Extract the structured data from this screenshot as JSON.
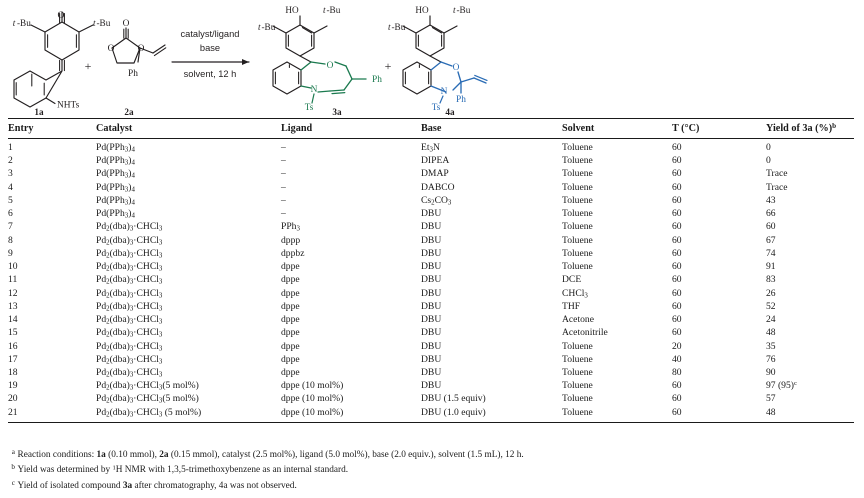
{
  "scheme": {
    "reagent_1_label": "1a",
    "reagent_2_label": "2a",
    "product_3_label": "3a",
    "product_4_label": "4a",
    "plus_1": "+",
    "plus_2": "+",
    "arrow_line_1": "catalyst/ligand",
    "arrow_line_2": "base",
    "arrow_line_3": "solvent, 12 h",
    "labels": {
      "tbu": "t-Bu",
      "nhts": "NHTs",
      "ts": "Ts",
      "ph": "Ph",
      "ho": "HO",
      "o": "O",
      "n": "N"
    },
    "colors": {
      "product_3a": "#1b7a4f",
      "product_4a": "#2a6cb5",
      "default_bond": "#231f20"
    }
  },
  "table": {
    "columns": [
      "Entry",
      "Catalyst",
      "Ligand",
      "Base",
      "Solvent",
      "T (°C)",
      "Yield of 3a (%)"
    ],
    "yield_header_bold_part": "3a",
    "yield_header_prefix": "Yield of ",
    "yield_header_suffix": " (%)",
    "yield_header_footnote": "b",
    "rows": [
      {
        "entry": "1",
        "catalyst": "Pd(PPh3)4",
        "ligand": "–",
        "base": "Et3N",
        "solvent": "Toluene",
        "temp": "60",
        "yield": "0"
      },
      {
        "entry": "2",
        "catalyst": "Pd(PPh3)4",
        "ligand": "–",
        "base": "DIPEA",
        "solvent": "Toluene",
        "temp": "60",
        "yield": "0"
      },
      {
        "entry": "3",
        "catalyst": "Pd(PPh3)4",
        "ligand": "–",
        "base": "DMAP",
        "solvent": "Toluene",
        "temp": "60",
        "yield": "Trace"
      },
      {
        "entry": "4",
        "catalyst": "Pd(PPh3)4",
        "ligand": "–",
        "base": "DABCO",
        "solvent": "Toluene",
        "temp": "60",
        "yield": "Trace"
      },
      {
        "entry": "5",
        "catalyst": "Pd(PPh3)4",
        "ligand": "–",
        "base": "Cs2CO3",
        "solvent": "Toluene",
        "temp": "60",
        "yield": "43"
      },
      {
        "entry": "6",
        "catalyst": "Pd(PPh3)4",
        "ligand": "–",
        "base": "DBU",
        "solvent": "Toluene",
        "temp": "60",
        "yield": "66"
      },
      {
        "entry": "7",
        "catalyst": "Pd2(dba)3·CHCl3",
        "ligand": "PPh3",
        "base": "DBU",
        "solvent": "Toluene",
        "temp": "60",
        "yield": "60"
      },
      {
        "entry": "8",
        "catalyst": "Pd2(dba)3·CHCl3",
        "ligand": "dppp",
        "base": "DBU",
        "solvent": "Toluene",
        "temp": "60",
        "yield": "67"
      },
      {
        "entry": "9",
        "catalyst": "Pd2(dba)3·CHCl3",
        "ligand": "dppbz",
        "base": "DBU",
        "solvent": "Toluene",
        "temp": "60",
        "yield": "74"
      },
      {
        "entry": "10",
        "catalyst": "Pd2(dba)3·CHCl3",
        "ligand": "dppe",
        "base": "DBU",
        "solvent": "Toluene",
        "temp": "60",
        "yield": "91"
      },
      {
        "entry": "11",
        "catalyst": "Pd2(dba)3·CHCl3",
        "ligand": "dppe",
        "base": "DBU",
        "solvent": "DCE",
        "temp": "60",
        "yield": "83"
      },
      {
        "entry": "12",
        "catalyst": "Pd2(dba)3·CHCl3",
        "ligand": "dppe",
        "base": "DBU",
        "solvent": "CHCl3",
        "temp": "60",
        "yield": "26"
      },
      {
        "entry": "13",
        "catalyst": "Pd2(dba)3·CHCl3",
        "ligand": "dppe",
        "base": "DBU",
        "solvent": "THF",
        "temp": "60",
        "yield": "52"
      },
      {
        "entry": "14",
        "catalyst": "Pd2(dba)3·CHCl3",
        "ligand": "dppe",
        "base": "DBU",
        "solvent": "Acetone",
        "temp": "60",
        "yield": "24"
      },
      {
        "entry": "15",
        "catalyst": "Pd2(dba)3·CHCl3",
        "ligand": "dppe",
        "base": "DBU",
        "solvent": "Acetonitrile",
        "temp": "60",
        "yield": "48"
      },
      {
        "entry": "16",
        "catalyst": "Pd2(dba)3·CHCl3",
        "ligand": "dppe",
        "base": "DBU",
        "solvent": "Toluene",
        "temp": "20",
        "yield": "35"
      },
      {
        "entry": "17",
        "catalyst": "Pd2(dba)3·CHCl3",
        "ligand": "dppe",
        "base": "DBU",
        "solvent": "Toluene",
        "temp": "40",
        "yield": "76"
      },
      {
        "entry": "18",
        "catalyst": "Pd2(dba)3·CHCl3",
        "ligand": "dppe",
        "base": "DBU",
        "solvent": "Toluene",
        "temp": "80",
        "yield": "90"
      },
      {
        "entry": "19",
        "catalyst": "Pd2(dba)3·CHCl3(5 mol%)",
        "ligand": "dppe (10 mol%)",
        "base": "DBU",
        "solvent": "Toluene",
        "temp": "60",
        "yield": "97 (95)c"
      },
      {
        "entry": "20",
        "catalyst": "Pd2(dba)3·CHCl3(5 mol%)",
        "ligand": "dppe (10 mol%)",
        "base": "DBU (1.5 equiv)",
        "solvent": "Toluene",
        "temp": "60",
        "yield": "57"
      },
      {
        "entry": "21",
        "catalyst": "Pd2(dba)3·CHCl3 (5 mol%)",
        "ligand": "dppe (10 mol%)",
        "base": "DBU (1.0 equiv)",
        "solvent": "Toluene",
        "temp": "60",
        "yield": "48"
      }
    ]
  },
  "footnotes": [
    {
      "mark": "a",
      "text": "Reaction conditions: 1a (0.10 mmol), 2a (0.15 mmol), catalyst (2.5 mol%), ligand (5.0 mol%), base (2.0 equiv.), solvent (1.5 mL), 12 h."
    },
    {
      "mark": "b",
      "text": "Yield was determined by 1H NMR with 1,3,5-trimethoxybenzene as an internal standard."
    },
    {
      "mark": "c",
      "text": "Yield of isolated compound 3a after chromatography, 4a was not observed."
    }
  ]
}
